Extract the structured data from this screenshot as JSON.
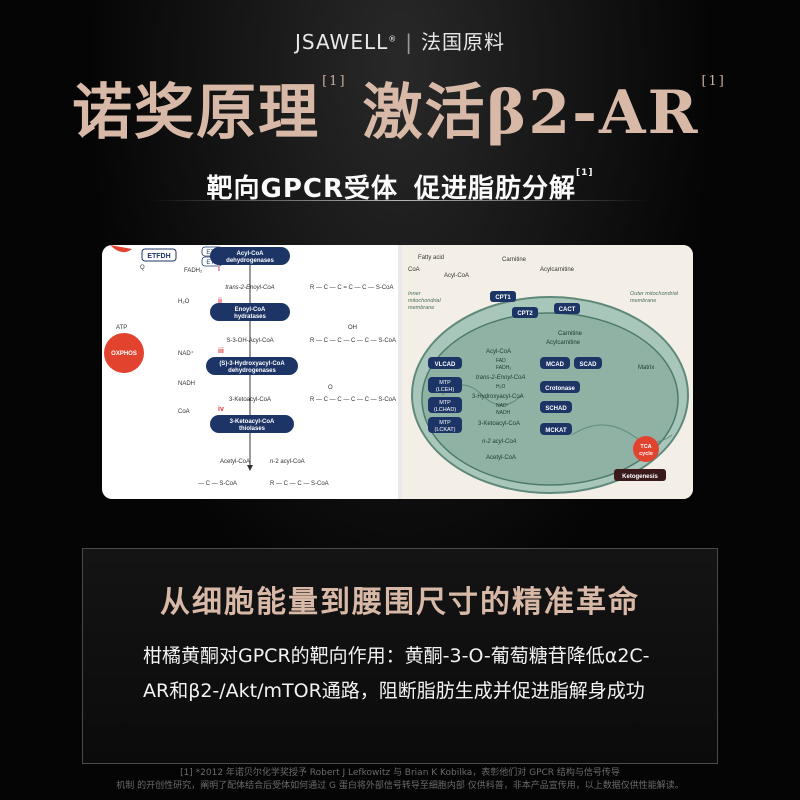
{
  "header": {
    "brand": "JSAWELL",
    "brand_mark": "®",
    "separator": "|",
    "origin": "法国原料"
  },
  "headline": {
    "part1": "诺奖原理",
    "ref1": "[1]",
    "part2": "激活β2-AR",
    "ref2": "[1]"
  },
  "subtitle": {
    "part1": "靶向GPCR受体",
    "part2": "促进脂肪分解",
    "ref": "[1]"
  },
  "diagram": {
    "left": {
      "etfdh": "ETFDH",
      "etf1": "ETF",
      "etf2": "ETF",
      "q": "Q",
      "fadh2": "FADH₂",
      "atp": "ATP",
      "oxphos": "OXPHOS",
      "nad": "NAD⁺",
      "nadh": "NADH",
      "h2o": "H₂O",
      "coa": "CoA",
      "step_i": "i",
      "step_ii": "ii",
      "step_iii": "iii",
      "step_iv": "iv",
      "enzyme1_l1": "Acyl-CoA",
      "enzyme1_l2": "dehydrogenases",
      "enzyme2_l1": "Enoyl-CoA",
      "enzyme2_l2": "hydratases",
      "enzyme3_l1": "(S)-3-Hydroxyacyl-CoA",
      "enzyme3_l2": "dehydrogenases",
      "enzyme4_l1": "3-Ketoacyl-CoA",
      "enzyme4_l2": "thiolases",
      "met1": "trans-2-Enoyl-CoA",
      "met2": "S-3-OH-Acyl-CoA",
      "met3": "3-Ketoacyl-CoA",
      "met4a": "Acetyl-CoA",
      "met4b": "n-2 acyl-CoA",
      "struct1": "R — C — C = C — C — S-CoA",
      "struct2": "R — C — C — C — C — S-CoA",
      "struct3": "R — C — C — C — C — S-CoA",
      "struct4a": "— C — S-CoA",
      "struct4b": "R — C — C — S-CoA",
      "oh": "OH",
      "o": "O"
    },
    "right": {
      "fatty_acid": "Fatty acid",
      "coa": "CoA",
      "acyl_coa": "Acyl-CoA",
      "carnitine": "Carnitine",
      "acylcarnitine": "Acylcarnitine",
      "cpt1": "CPT1",
      "cpt2": "CPT2",
      "cact": "CACT",
      "carnitine2": "Carnitine",
      "acylcarnitine2": "Acylcarnitine",
      "inner_l1": "Inner",
      "inner_l2": "mitochondrial",
      "inner_l3": "membrane",
      "outer_l1": "Outer mitochondrial",
      "outer_l2": "membrane",
      "matrix": "Matrix",
      "vlcad": "VLCAD",
      "mcad": "MCAD",
      "scad": "SCAD",
      "mtp1_l1": "MTP",
      "mtp1_l2": "(LCEH)",
      "mtp2_l1": "MTP",
      "mtp2_l2": "(LCHAD)",
      "mtp3_l1": "MTP",
      "mtp3_l2": "(LCKAT)",
      "crotonase": "Crotonase",
      "schad": "SCHAD",
      "mckat": "MCKAT",
      "acyl_coa_in": "Acyl-CoA",
      "fad": "FAD",
      "fadh2": "FADH₂",
      "enoyl": "trans-2-Enoyl-CoA",
      "h2o": "H₂O",
      "hydroxy": "3-Hydroxyacyl-CoA",
      "nad": "NAD⁺",
      "nadh": "NADH",
      "keto": "3-Ketoacyl-CoA",
      "n2": "n-2 acyl-CoA",
      "acetyl": "Acetyl-CoA",
      "tca_l1": "TCA",
      "tca_l2": "cycle",
      "ketogenesis": "Ketogenesis"
    }
  },
  "info": {
    "title": "从细胞能量到腰围尺寸的精准革命",
    "body": "柑橘黄酮对GPCR的靶向作用：黄酮-3-O-葡萄糖苷降低α2C-AR和β2-/Akt/mTOR通路，阻断脂肪生成并促进脂解身成功"
  },
  "footnote": {
    "line1": "[1] *2012 年诺贝尔化学奖授予 Robert J Lefkowitz 与 Brian K Kobilka，表彰他们对 GPCR 结构与信号传导",
    "line2": "机制 的开创性研究，阐明了配体结合后受体如何通过 G 蛋白将外部信号转导至细胞内部  仅供科普，非本产品宣传用，以上数据仅供性能解读。"
  },
  "colors": {
    "gold": "#d8b9a7",
    "enzyme_navy": "#1c3566",
    "mito_green": "#8fb2a4",
    "red": "#e1432f"
  }
}
